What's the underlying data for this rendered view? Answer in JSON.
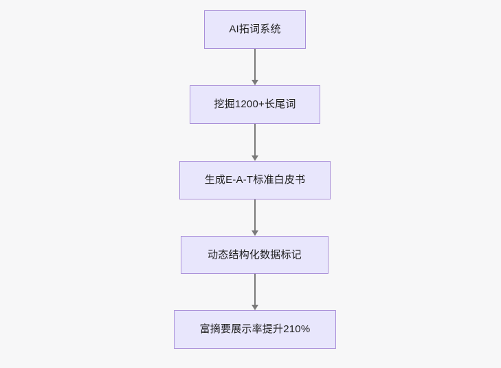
{
  "diagram": {
    "type": "flowchart",
    "direction": "top-to-bottom",
    "background_color": "#f7f7f8",
    "node_fill_color": "#e8e6fc",
    "node_border_color": "#a98fd9",
    "node_text_color": "#1f1f1f",
    "connector_color": "#7a7a7a",
    "nodes": [
      {
        "id": "node-1",
        "label": "AI拓词系统"
      },
      {
        "id": "node-2",
        "label": "挖掘1200+长尾词"
      },
      {
        "id": "node-3",
        "label": "生成E-A-T标准白皮书"
      },
      {
        "id": "node-4",
        "label": "动态结构化数据标记"
      },
      {
        "id": "node-5",
        "label": "富摘要展示率提升210%"
      }
    ],
    "edges": [
      {
        "id": "edge-1",
        "from": "node-1",
        "to": "node-2"
      },
      {
        "id": "edge-2",
        "from": "node-2",
        "to": "node-3"
      },
      {
        "id": "edge-3",
        "from": "node-3",
        "to": "node-4"
      },
      {
        "id": "edge-4",
        "from": "node-4",
        "to": "node-5"
      }
    ]
  }
}
